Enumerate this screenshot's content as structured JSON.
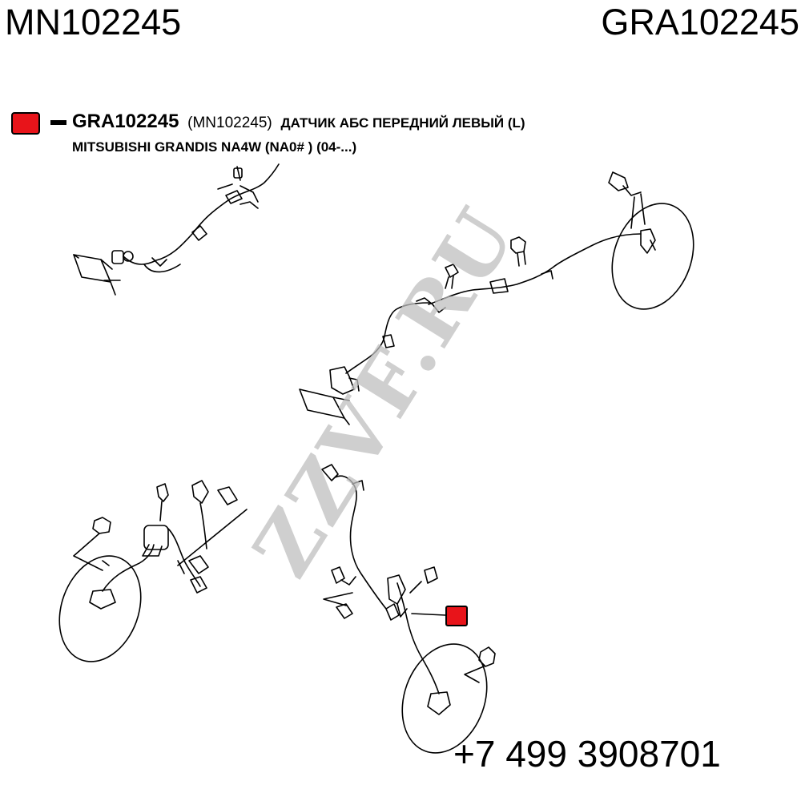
{
  "header": {
    "oem_number": "MN102245",
    "part_number": "GRA102245"
  },
  "legend": {
    "part_number": "GRA102245",
    "oem_in_parens": "(MN102245)",
    "description_line1": "ДАТЧИК АБС ПЕРЕДНИЙ ЛЕВЫЙ (L)",
    "description_line2": "MITSUBISHI GRANDIS NA4W (NA0# ) (04-...)"
  },
  "watermark": "ZZVF.RU",
  "footer": {
    "phone": "+7 499 3908701"
  },
  "colors": {
    "highlight": "#e8141a",
    "line": "#000000",
    "watermark": "#bfbfbf"
  },
  "icons": [
    "highlight-marker"
  ]
}
